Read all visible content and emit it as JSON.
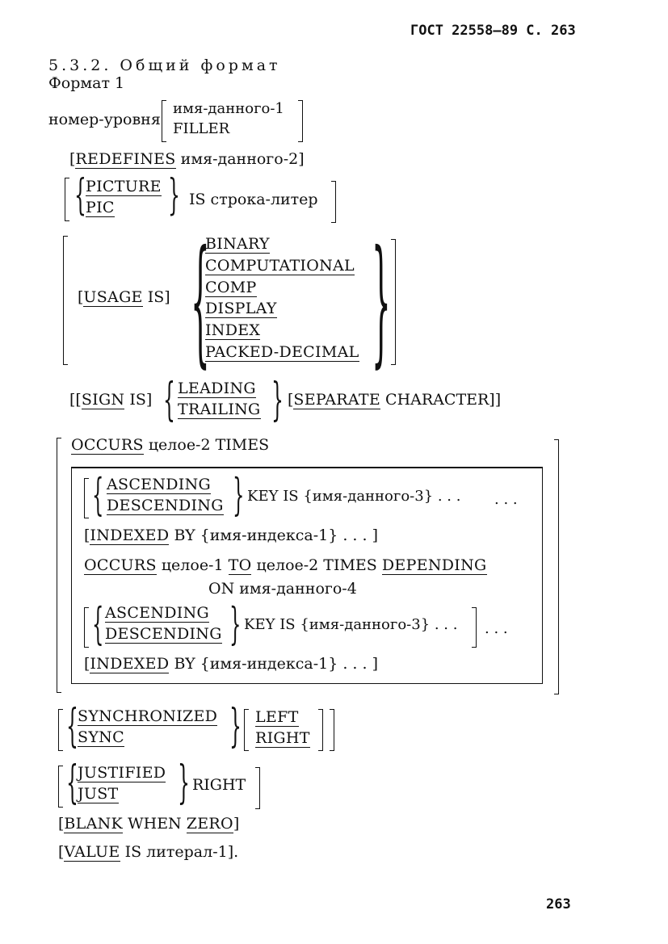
{
  "header": {
    "gost": "ГОСТ 22558—89 С. 263"
  },
  "section": {
    "title": "5.3.2. Общий формат",
    "format": "Формат 1"
  },
  "clauses": {
    "level": "номер-уровня",
    "dataname1": "имя-данного-1",
    "filler": "FILLER",
    "redefines_kw": "REDEFINES",
    "redefines_rest": "имя-данного-2]",
    "picture": "PICTURE",
    "pic": "PIC",
    "is_string": "IS строка-литер",
    "usage_kw": "USAGE",
    "usage_is": "IS]",
    "usage_opts": [
      "BINARY",
      "COMPUTATIONAL",
      "COMP",
      "DISPLAY",
      "INDEX",
      "PACKED-DECIMAL"
    ],
    "sign_kw": "SIGN",
    "sign_is": "IS]",
    "leading": "LEADING",
    "trailing": "TRAILING",
    "separate_kw": "SEPARATE",
    "character": "CHARACTER]]",
    "occurs_kw": "OCCURS",
    "occurs_rest": "целое-2 TIMES",
    "ascending": "ASCENDING",
    "descending": "DESCENDING",
    "key_is_1": "KEY IS {имя-данного-3} . . .",
    "ellipsis": ". . .",
    "indexed_kw": "INDEXED",
    "indexed_rest": "BY {имя-индекса-1} . . . ]",
    "occurs2_kw": "OCCURS",
    "occurs2_mid": "целое-1",
    "to_kw": "TO",
    "occurs2_rest": "целое-2 TIMES",
    "depending_kw": "DEPENDING",
    "on_dataname4": "ON имя-данного-4",
    "key_is_2": "KEY IS {имя-данного-3} . . .",
    "indexed2_rest": "BY {имя-индекса-1} . . . ]",
    "synchronized": "SYNCHRONIZED",
    "sync": "SYNC",
    "left": "LEFT",
    "right": "RIGHT",
    "justified": "JUSTIFIED",
    "just": "JUST",
    "just_right": "RIGHT",
    "blank_kw": "BLANK",
    "when": "WHEN",
    "zero_kw": "ZERO",
    "value_kw": "VALUE",
    "value_rest": "IS литерал-1]."
  },
  "footer": {
    "page_number": "263"
  }
}
